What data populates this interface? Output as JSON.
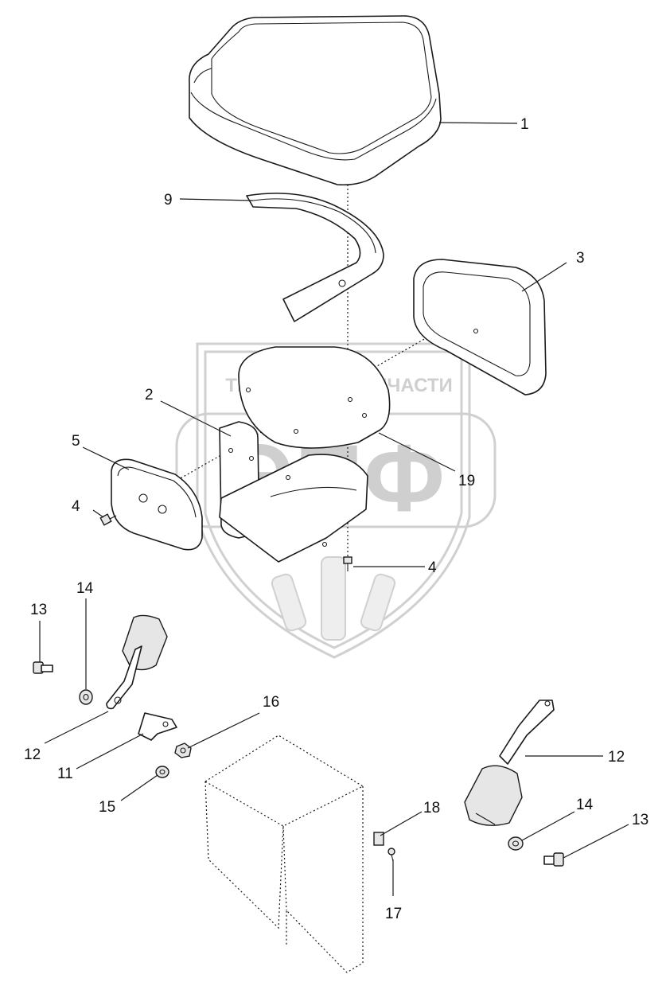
{
  "watermark": {
    "brand_left": "ТЕХНИКА",
    "brand_right": "ЗАПЧАСТИ",
    "letters": "ЭПФ",
    "colors": {
      "stroke": "#d0d0d0",
      "fill": "#eeeeee"
    }
  },
  "callouts": [
    {
      "id": "c1",
      "label": "1"
    },
    {
      "id": "c9",
      "label": "9"
    },
    {
      "id": "c3",
      "label": "3"
    },
    {
      "id": "c2",
      "label": "2"
    },
    {
      "id": "c19",
      "label": "19"
    },
    {
      "id": "c5",
      "label": "5"
    },
    {
      "id": "c4a",
      "label": "4"
    },
    {
      "id": "c4b",
      "label": "4"
    },
    {
      "id": "c14a",
      "label": "14"
    },
    {
      "id": "c13a",
      "label": "13"
    },
    {
      "id": "c16",
      "label": "16"
    },
    {
      "id": "c12a",
      "label": "12"
    },
    {
      "id": "c11",
      "label": "11"
    },
    {
      "id": "c15",
      "label": "15"
    },
    {
      "id": "c12b",
      "label": "12"
    },
    {
      "id": "c18",
      "label": "18"
    },
    {
      "id": "c14b",
      "label": "14"
    },
    {
      "id": "c13b",
      "label": "13"
    },
    {
      "id": "c17",
      "label": "17"
    }
  ]
}
